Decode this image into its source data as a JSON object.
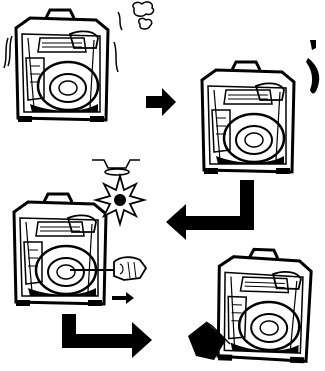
{
  "diagram": {
    "panels": [
      {
        "name": "engine-panel-1",
        "state": "running-hot",
        "indicator": "steam-clouds-icon"
      },
      {
        "name": "engine-panel-2",
        "state": "stopped",
        "indicator": "fuel-drop-icon"
      },
      {
        "name": "engine-panel-3",
        "state": "cap-removed",
        "indicator": "spark-burst-icon"
      },
      {
        "name": "engine-panel-4",
        "state": "tilted",
        "indicator": "support-block-icon"
      }
    ],
    "arrows": [
      {
        "name": "arrow-step-1-to-2",
        "direction": "right"
      },
      {
        "name": "arrow-step-2-to-3",
        "direction": "down-left"
      },
      {
        "name": "arrow-step-3-to-4",
        "direction": "down-right"
      }
    ]
  }
}
